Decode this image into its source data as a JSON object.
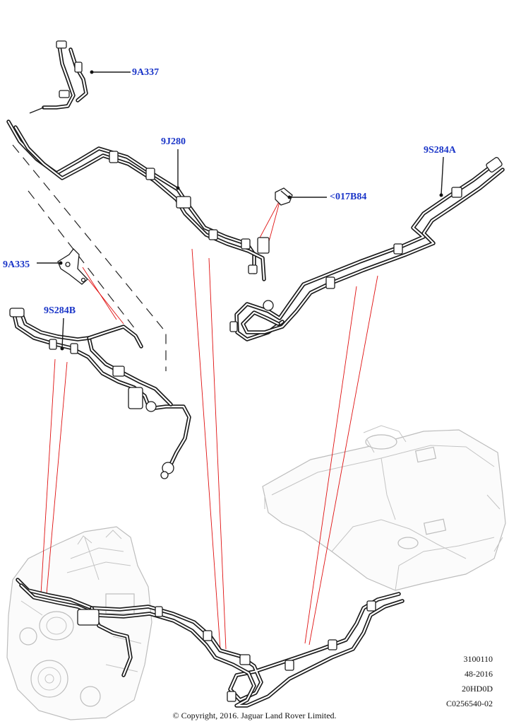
{
  "callouts": {
    "c_9a337": "9A337",
    "c_9j280": "9J280",
    "c_9s284a": "9S284A",
    "c_017b84": "<017B84",
    "c_9a335": "9A335",
    "c_9s284b": "9S284B"
  },
  "reference": {
    "line1": "3100110",
    "line2": "48-2016",
    "line3": "20HD0D",
    "line4": "C0256540-02"
  },
  "copyright": "© Copyright, 2016. Jaguar Land Rover Limited.",
  "colors": {
    "callout_text": "#1a35c8",
    "leader_lines": "#e01010",
    "pipes": "#1b1b1b",
    "ghost_parts": "#bdbdbd"
  }
}
